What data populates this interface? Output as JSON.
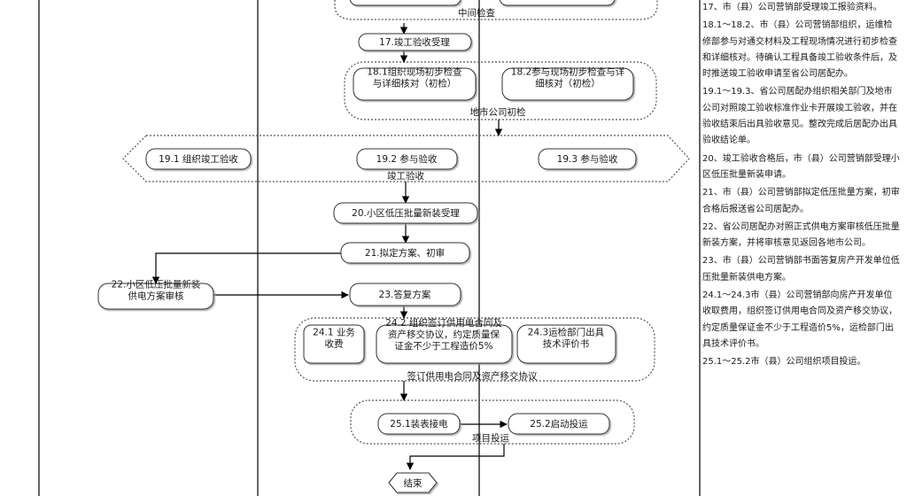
{
  "diagram": {
    "groups": [
      {
        "id": "g_mid",
        "label": "中间检查"
      },
      {
        "id": "g18",
        "label": "地市公司初检"
      },
      {
        "id": "g19",
        "label": "竣工验收"
      },
      {
        "id": "g24",
        "label": "签订供用电合同及资产移交协议"
      },
      {
        "id": "g25",
        "label": "项目投运"
      }
    ],
    "nodes": [
      {
        "id": "n17",
        "lines": [
          "17.竣工验收受理"
        ]
      },
      {
        "id": "n181",
        "lines": [
          "18.1组织现场初步检查",
          "与详细核对（初检）"
        ]
      },
      {
        "id": "n182",
        "lines": [
          "18.2参与现场初步检查与详",
          "细核对（初检）"
        ]
      },
      {
        "id": "n191",
        "lines": [
          "19.1 组织竣工验收"
        ]
      },
      {
        "id": "n192",
        "lines": [
          "19.2 参与验收"
        ]
      },
      {
        "id": "n193",
        "lines": [
          "19.3 参与验收"
        ]
      },
      {
        "id": "n20",
        "lines": [
          "20.小区低压批量新装受理"
        ]
      },
      {
        "id": "n21",
        "lines": [
          "21.拟定方案、初审"
        ]
      },
      {
        "id": "n22",
        "lines": [
          "22.小区低压批量新装",
          "供电方案审核"
        ]
      },
      {
        "id": "n23",
        "lines": [
          "23.答复方案"
        ]
      },
      {
        "id": "n241",
        "lines": [
          "24.1 业务",
          "收费"
        ]
      },
      {
        "id": "n242",
        "lines": [
          "24.2 组织签订供用电合同及",
          "资产移交协议，约定质量保",
          "证金不少于工程造价5%"
        ]
      },
      {
        "id": "n243",
        "lines": [
          "24.3运检部门出具",
          "技术评价书"
        ]
      },
      {
        "id": "n251",
        "lines": [
          "25.1装表接电"
        ]
      },
      {
        "id": "n252",
        "lines": [
          "25.2启动投运"
        ]
      },
      {
        "id": "end",
        "lines": [
          "结束"
        ]
      }
    ]
  },
  "notes": [
    "17、市（县）公司营销部受理竣工报验资料。",
    "18.1～18.2、市（县）公司营销部组织，运维检修部参与对通交材料及工程现场情况进行初步检查和详细核对。待确认工程具备竣工验收条件后，及时推送竣工验收申请至省公司居配办。",
    "19.1～19.3、省公司居配办组织相关部门及地市公司对照竣工验收标准作业卡开展竣工验收，并在验收结束后出具验收意见。整改完成后居配办出具验收结论单。",
    "20、竣工验收合格后，市（县）公司营销部受理小区低压批量新装申请。",
    "21、市（县）公司营销部拟定低压批量方案，初审合格后报送省公司居配办。",
    "22、省公司居配办对照正式供电方案审核低压批量新装方案，并将审核意见返回各地市公司。",
    "23、市（县）公司营销部书面答复房产开发单位低压批量新装供电方案。",
    "24.1～24.3市（县）公司营销部向房产开发单位收取费用，组织签订供用电合同及资产移交协议，约定质量保证金不少于工程造价5%，运检部门出具技术评价书。",
    "25.1～25.2市（县）公司组织项目投运。"
  ]
}
